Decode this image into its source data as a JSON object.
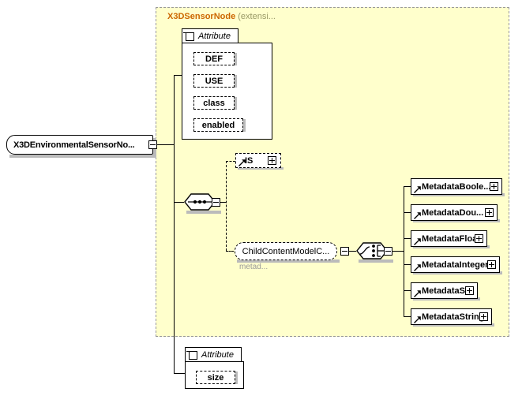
{
  "diagram": {
    "type": "xsd-schema-diagram",
    "root_element": {
      "label": "X3DEnvironmentalSensorNo...",
      "toggle": "minus"
    },
    "extension_panel": {
      "title": "X3DSensorNode",
      "title_suffix": "(extensi...",
      "fill_color": "#ffffcc",
      "border_color": "#999999",
      "title_color": "#cc6600"
    },
    "attribute_groups": [
      {
        "header_label": "Attribute",
        "toggle": "minus",
        "items": [
          {
            "label": "DEF"
          },
          {
            "label": "USE"
          },
          {
            "label": "class"
          },
          {
            "label": "enabled"
          }
        ]
      },
      {
        "header_label": "Attribute",
        "toggle": "minus",
        "items": [
          {
            "label": "size"
          }
        ]
      }
    ],
    "compositors": [
      {
        "name": "sequence-compositor",
        "symbol": "sequence",
        "toggle": "minus"
      },
      {
        "name": "choice-compositor",
        "symbol": "choice",
        "toggle": "minus"
      }
    ],
    "content_children": [
      {
        "label": "IS",
        "toggle": "plus",
        "optional": true,
        "kind": "element"
      },
      {
        "label": "ChildContentModelC...",
        "toggle": "minus",
        "note": "metad...",
        "kind": "group-reference"
      }
    ],
    "metadata_elements": [
      {
        "label": "MetadataBoole...",
        "toggle": "plus",
        "width": 116
      },
      {
        "label": "MetadataDou...",
        "toggle": "plus",
        "width": 110
      },
      {
        "label": "MetadataFloat",
        "toggle": "plus",
        "width": 97
      },
      {
        "label": "MetadataInteger",
        "toggle": "plus",
        "width": 113
      },
      {
        "label": "MetadataSet",
        "toggle": "plus",
        "width": 85
      },
      {
        "label": "MetadataString",
        "toggle": "plus",
        "width": 103
      }
    ]
  }
}
